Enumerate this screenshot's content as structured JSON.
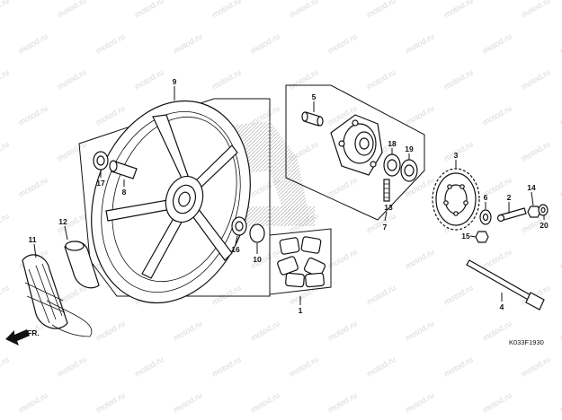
{
  "diagram": {
    "watermark": "motod.ru",
    "part_code": "K033F1930",
    "front_arrow_label": "FR.",
    "callouts": [
      "1",
      "2",
      "3",
      "4",
      "5",
      "6",
      "7",
      "8",
      "9",
      "10",
      "11",
      "12",
      "13",
      "14",
      "15",
      "16",
      "17",
      "18",
      "19",
      "20"
    ]
  },
  "colors": {
    "line": "#111111",
    "background": "#ffffff",
    "watermark": "#9a9a9a",
    "logo_pattern": "#bbbbbb"
  }
}
